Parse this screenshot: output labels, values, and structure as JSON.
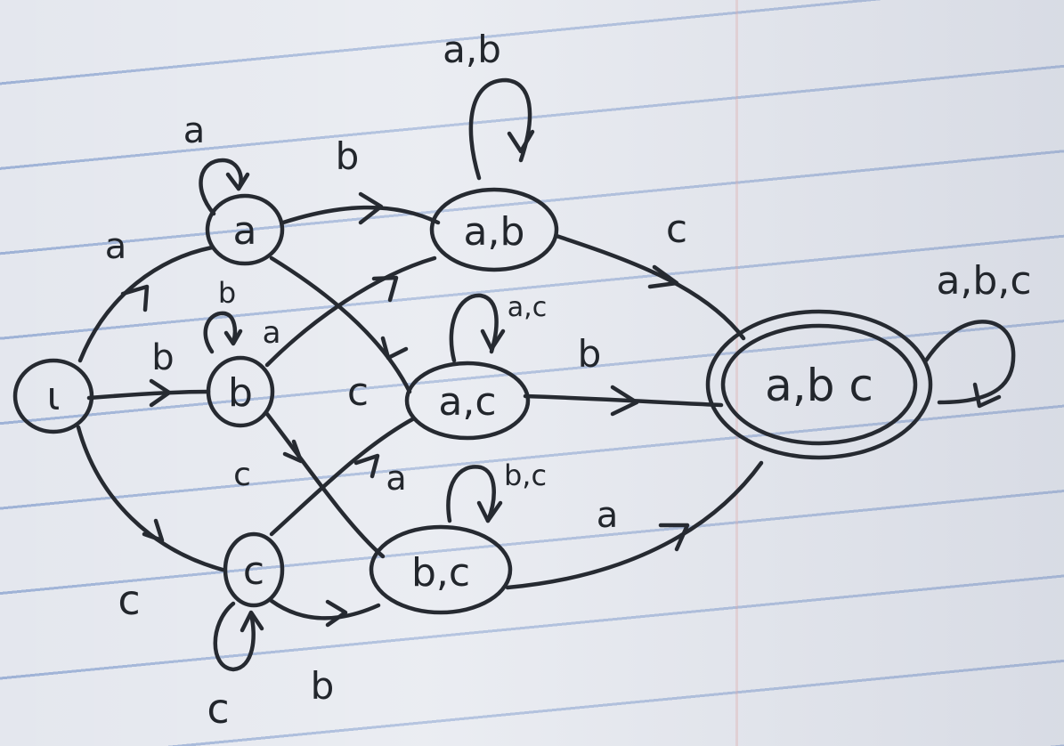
{
  "diagram": {
    "states": {
      "start": "ι",
      "a": "a",
      "b": "b",
      "c": "c",
      "ab": "a,b",
      "ac": "a,c",
      "bc": "b,c",
      "abc": "a,b c"
    },
    "edge_labels": {
      "start_to_a": "a",
      "start_to_b": "b",
      "start_to_c": "c",
      "a_loop": "a",
      "b_loop": "b",
      "c_loop": "c",
      "a_to_ab": "b",
      "a_to_ac": "c",
      "b_to_ab": "a",
      "b_to_bc": "c",
      "c_to_ac": "a",
      "c_to_bc": "b",
      "ab_loop": "a,b",
      "ac_loop": "a,c",
      "bc_loop": "b,c",
      "ab_to_abc": "c",
      "ac_to_abc": "b",
      "bc_to_abc": "a",
      "abc_loop": "a,b,c"
    },
    "accepting_state": "abc"
  }
}
